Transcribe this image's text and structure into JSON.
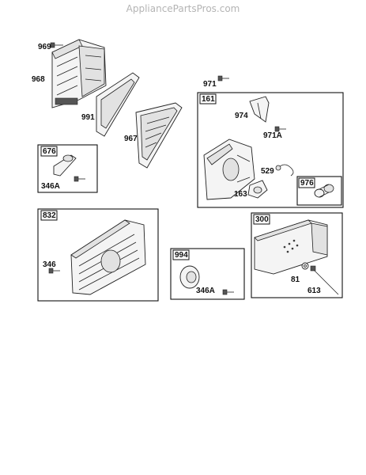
{
  "watermark": "AppliancePartsPros.com",
  "boxes": {
    "b676": "676",
    "b161": "161",
    "b976": "976",
    "b832": "832",
    "b994": "994",
    "b300": "300"
  },
  "labels": {
    "p969": "969",
    "p968": "968",
    "p991": "991",
    "p967": "967",
    "p971": "971",
    "p974": "974",
    "p971A": "971A",
    "p529": "529",
    "p163": "163",
    "p346A_676": "346A",
    "p346_832": "346",
    "p346A_994": "346A",
    "p81": "81",
    "p613": "613"
  }
}
